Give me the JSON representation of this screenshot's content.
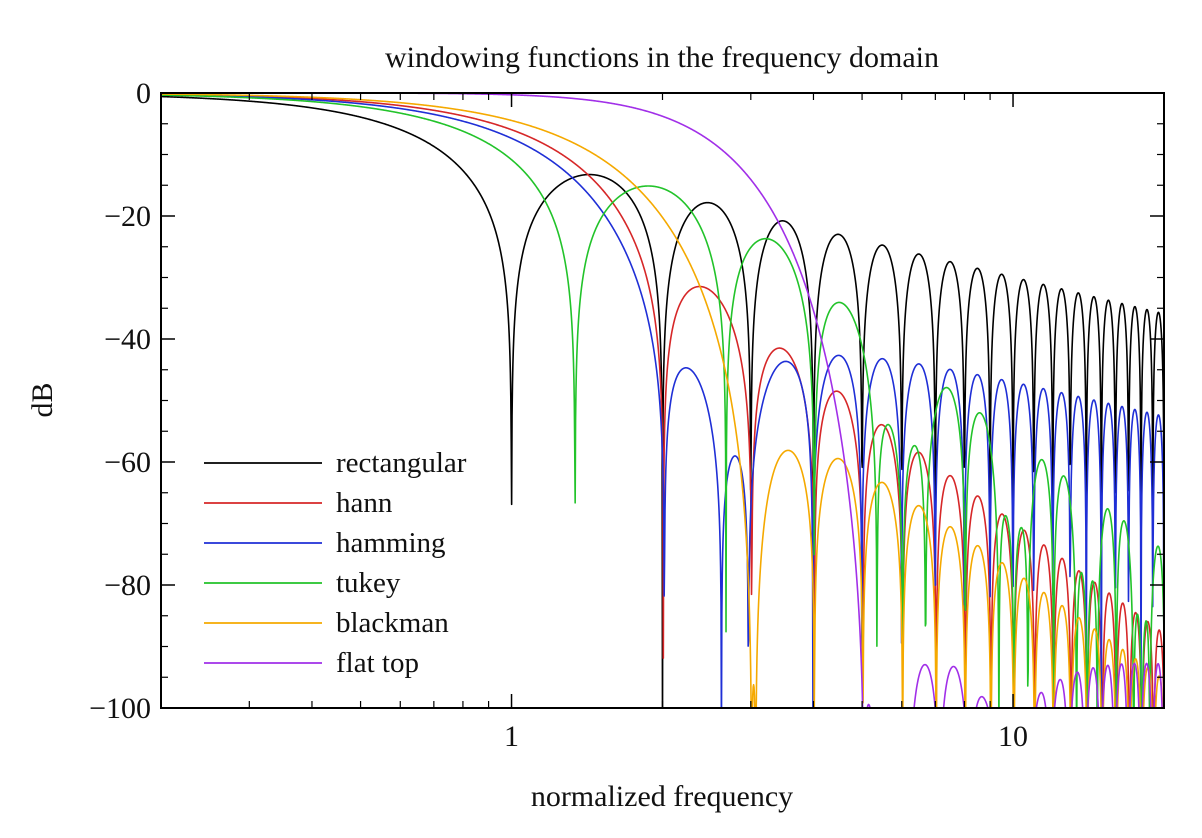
{
  "chart_data": {
    "type": "line",
    "title": "windowing functions in the frequency domain",
    "xlabel": "normalized frequency",
    "ylabel": "dB",
    "xscale": "log",
    "xlim": [
      0.2,
      20
    ],
    "ylim": [
      -100,
      0
    ],
    "y_ticks": [
      0,
      -20,
      -40,
      -60,
      -80,
      -100
    ],
    "x_tick_labels": [
      {
        "value": 1,
        "label": "1"
      },
      {
        "value": 10,
        "label": "10"
      }
    ],
    "grid": false,
    "legend_position": "bottom-left",
    "series": [
      {
        "name": "rectangular",
        "color": "#000000",
        "window": "rectangular"
      },
      {
        "name": "hann",
        "color": "#d62728",
        "window": "hann"
      },
      {
        "name": "hamming",
        "color": "#1f2fd6",
        "window": "hamming"
      },
      {
        "name": "tukey",
        "color": "#22c32a",
        "window": "tukey",
        "alpha": 0.5
      },
      {
        "name": "blackman",
        "color": "#f5a900",
        "window": "blackman"
      },
      {
        "name": "flat top",
        "color": "#a12fe8",
        "window": "flattop"
      }
    ]
  }
}
